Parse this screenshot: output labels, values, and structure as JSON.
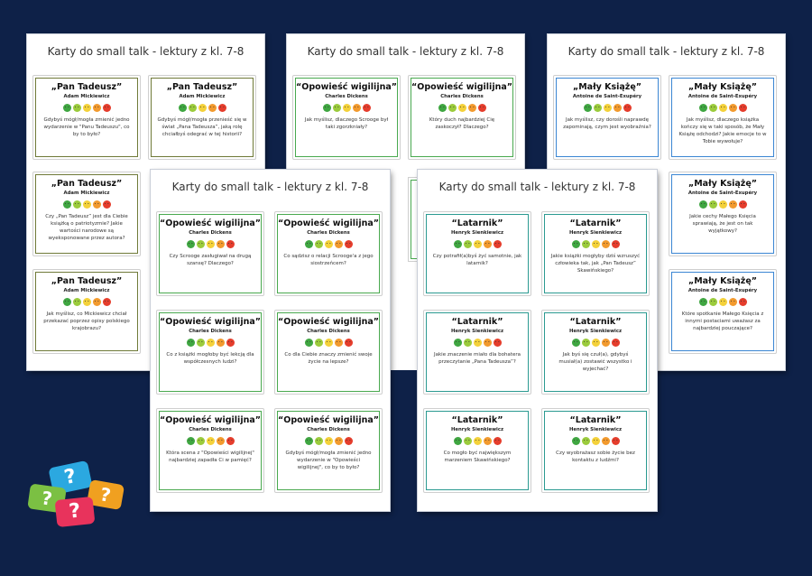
{
  "sheet_title": "Karty do small talk - lektury z kl. 7-8",
  "logo": {
    "marks": [
      "?",
      "?",
      "?",
      "?"
    ],
    "colors": [
      "#2e6fd6",
      "#2ba8e0",
      "#7bc043",
      "#f0a020",
      "#e8335c"
    ]
  },
  "sheets": {
    "tadeusz": {
      "cards": [
        {
          "title": "„Pan Tadeusz”",
          "author": "Adam Mickiewicz",
          "text": "Gdybyś mógł/mogła zmienić jedno wydarzenie w \"Panu Tadeuszu\", co by to było?"
        },
        {
          "title": "„Pan Tadeusz”",
          "author": "Adam Mickiewicz",
          "text": "Gdybyś mógł/mogła przenieść się w świat „Pana Tadeusza”, jaką rolę chciałbyś odegrać w tej historii?"
        },
        {
          "title": "„Pan Tadeusz”",
          "author": "Adam Mickiewicz",
          "text": "Czy „Pan Tadeusz” jest dla Ciebie książką o patriotyzmie? Jakie wartości narodowe są wyeksponowane przez autora?"
        },
        {
          "title": "„Pan Tadeusz”",
          "author": "Adam Mickiewicz",
          "text": "Jak myślisz, co Mickiewicz chciał przekazać poprzez opisy polskiego krajobrazu?"
        }
      ]
    },
    "dickens_back": {
      "cards": [
        {
          "title": "“Opowieść wigilijna”",
          "author": "Charles Dickens",
          "text": "Jak myślisz, dlaczego Scrooge był taki zgorzkniały?"
        },
        {
          "title": "“Opowieść wigilijna”",
          "author": "Charles Dickens",
          "text": "Który duch najbardziej Cię zaskoczył? Dlaczego?"
        }
      ]
    },
    "maly": {
      "cards": [
        {
          "title": "„Mały Książę”",
          "author": "Antoine de Saint-Exupéry",
          "text": "Jak myślisz, czy dorośli naprawdę zapominają, czym jest wyobraźnia?"
        },
        {
          "title": "„Mały Książę”",
          "author": "Antoine de Saint-Exupéry",
          "text": "Jak myślisz, dlaczego książka kończy się w taki sposób, że Mały Książę odchodzi? Jakie emocje to w Tobie wywołuje?"
        },
        {
          "title": "„Mały Książę”",
          "author": "Antoine de Saint-Exupéry",
          "text": "Jakie cechy Małego Księcia sprawiają, że jest on tak wyjątkowy?"
        },
        {
          "title": "„Mały Książę”",
          "author": "Antoine de Saint-Exupéry",
          "text": "Które spotkanie Małego Księcia z innymi postaciami uważasz za najbardziej pouczające?"
        }
      ]
    },
    "dickens_front": {
      "cards": [
        {
          "title": "“Opowieść wigilijna”",
          "author": "Charles Dickens",
          "text": "Czy Scrooge zasługiwał na drugą szansę? Dlaczego?"
        },
        {
          "title": "“Opowieść wigilijna”",
          "author": "Charles Dickens",
          "text": "Co sądzisz o relacji Scrooge'a z jego siostrzeńcem?"
        },
        {
          "title": "“Opowieść wigilijna”",
          "author": "Charles Dickens",
          "text": "Co z książki mogłoby być lekcją dla współczesnych ludzi?"
        },
        {
          "title": "“Opowieść wigilijna”",
          "author": "Charles Dickens",
          "text": "Co dla Ciebie znaczy zmienić swoje życie na lepsze?"
        },
        {
          "title": "“Opowieść wigilijna”",
          "author": "Charles Dickens",
          "text": "Która scena z \"Opowieści wigilijnej\" najbardziej zapadła Ci w pamięć?"
        },
        {
          "title": "“Opowieść wigilijna”",
          "author": "Charles Dickens",
          "text": "Gdybyś mógł/mogła zmienić jedno wydarzenie w \"Opowieści wigilijnej\", co by to było?"
        }
      ]
    },
    "latarnik": {
      "cards": [
        {
          "title": "“Latarnik”",
          "author": "Henryk Sienkiewicz",
          "text": "Czy potrafił(a)byś żyć samotnie, jak latarnik?"
        },
        {
          "title": "“Latarnik”",
          "author": "Henryk Sienkiewicz",
          "text": "Jakie książki mogłyby dziś wzruszyć człowieka tak, jak „Pan Tadeusz” Skawińskiego?"
        },
        {
          "title": "“Latarnik”",
          "author": "Henryk Sienkiewicz",
          "text": "Jakie znaczenie miało dla bohatera przeczytanie „Pana Tadeusza”?"
        },
        {
          "title": "“Latarnik”",
          "author": "Henryk Sienkiewicz",
          "text": "Jak byś się czuł(a), gdybyś musiał(a) zostawić wszystko i wyjechać?"
        },
        {
          "title": "“Latarnik”",
          "author": "Henryk Sienkiewicz",
          "text": "Co mogło być największym marzeniem Skawińskiego?"
        },
        {
          "title": "“Latarnik”",
          "author": "Henryk Sienkiewicz",
          "text": "Czy wyobrażasz sobie życie bez kontaktu z ludźmi?"
        }
      ]
    }
  }
}
